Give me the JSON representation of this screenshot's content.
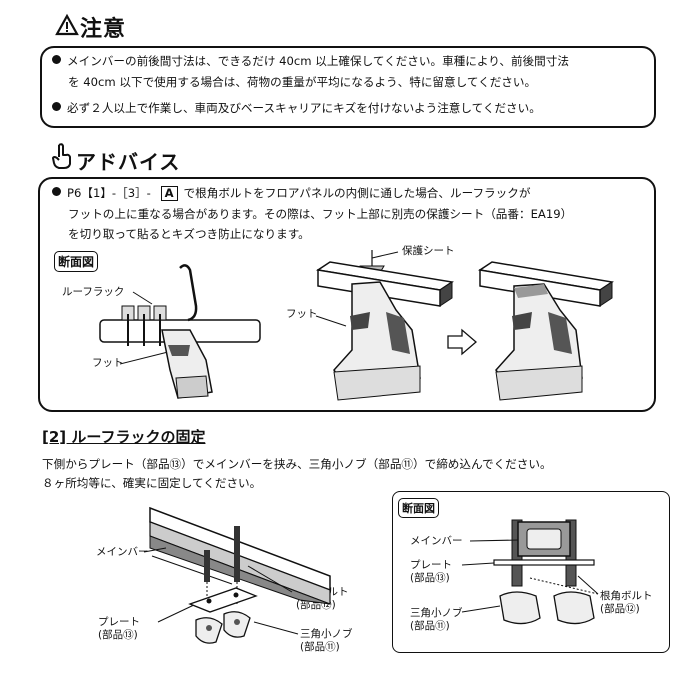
{
  "caution": {
    "title": "注意",
    "items": [
      "メインバーの前後間寸法は、できるだけ 40cm 以上確保してください。車種により、前後間寸法",
      "を 40cm 以下で使用する場合は、荷物の重量が平均になるよう、特に留意してください。",
      "必ず２人以上で作業し、車両及びベースキャリアにキズを付けないよう注意してください。"
    ]
  },
  "advice": {
    "title": "アドバイス",
    "line1_a": "P6【1】-［3］-",
    "line1_badge": "A",
    "line1_b": "で根角ボルトをフロアパネルの内側に通した場合、ルーフラックが",
    "line2": "フットの上に重なる場合があります。その際は、フット上部に別売の保護シート（品番：EA19）",
    "line3": "を切り取って貼るとキズつき防止になります。",
    "section_tag": "断面図",
    "label_roof_rack": "ルーフラック",
    "label_foot_left": "フット",
    "label_sheet": "保護シート",
    "label_foot_right": "フット"
  },
  "section2": {
    "title": "[2]  ルーフラックの固定",
    "line1": "下側からプレート（部品⑬）でメインバーを挟み、三角小ノブ（部品⑪）で締め込んでください。",
    "line2": "８ヶ所均等に、確実に固定してください。",
    "labels": {
      "main_bar": "メインバー",
      "plate": "プレート",
      "plate_part": "(部品⑬)",
      "bolt": "根角ボルト",
      "bolt_part": "(部品⑫)",
      "knob": "三角小ノブ",
      "knob_part": "(部品⑪)"
    },
    "cross_section": {
      "tag": "断面図",
      "main_bar": "メインバー",
      "plate": "プレート",
      "plate_part": "(部品⑬)",
      "bolt": "根角ボルト",
      "bolt_part": "(部品⑫)",
      "knob": "三角小ノブ",
      "knob_part": "(部品⑪)"
    }
  }
}
